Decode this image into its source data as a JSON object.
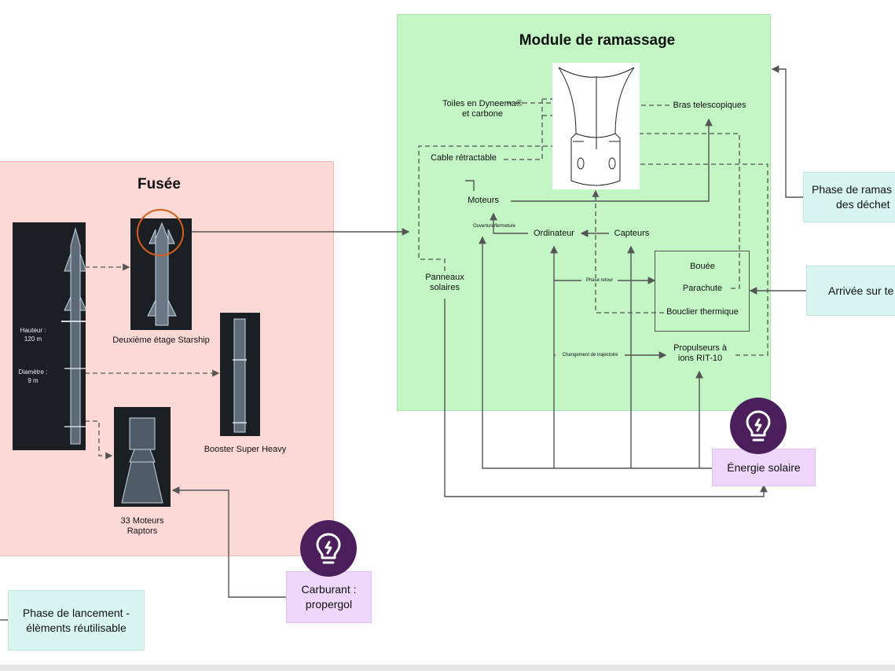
{
  "launch": {
    "title": "Fusée",
    "height_label": "Hauteur :",
    "height_value": "120 m",
    "diameter_label": "Diamètre :",
    "diameter_value": "9 m",
    "second_stage": "Deuxième étage Starship",
    "booster": "Booster Super Heavy",
    "engines_line1": "33 Moteurs",
    "engines_line2": "Raptors"
  },
  "collection": {
    "title": "Module de ramassage",
    "toiles_line1": "Toiles en Dyneema®",
    "toiles_line2": "et carbone",
    "bras": "Bras telescopiques",
    "cable": "Cable rétractable",
    "moteurs": "Moteurs",
    "ouverture": "Ouverture/fermeture",
    "ordinateur": "Ordinateur",
    "capteurs": "Capteurs",
    "panneaux_line1": "Panneaux",
    "panneaux_line2": "solaires",
    "bouee": "Bouée",
    "parachute": "Parachute",
    "bouclier": "Bouclier thermique",
    "phase_retour": "Phase retour",
    "changement": "Changement de trajectoire",
    "propulseurs_line1": "Propulseurs à",
    "propulseurs_line2": "ions RIT-10"
  },
  "side_boxes": {
    "phase_ramassage_line1": "Phase de ramas",
    "phase_ramassage_line2": "des déchet",
    "arrivee": "Arrivée sur te",
    "phase_lancement_line1": "Phase de lancement -",
    "phase_lancement_line2": "élèments réutilisable"
  },
  "energy": {
    "solaire": "Énergie solaire",
    "carburant_line1": "Carburant :",
    "carburant_line2": "propergol"
  },
  "icons": [
    "lightbulb-icon",
    "rocket-image",
    "capsule-image"
  ],
  "colors": {
    "launch_panel": "#fdd9d6",
    "collection_panel": "#c3f5c5",
    "teal_box": "#d8f6ef",
    "lavender_box": "#efd6fb",
    "bulb_circle": "#4a1f5c",
    "highlight_ring": "#d2601a"
  }
}
